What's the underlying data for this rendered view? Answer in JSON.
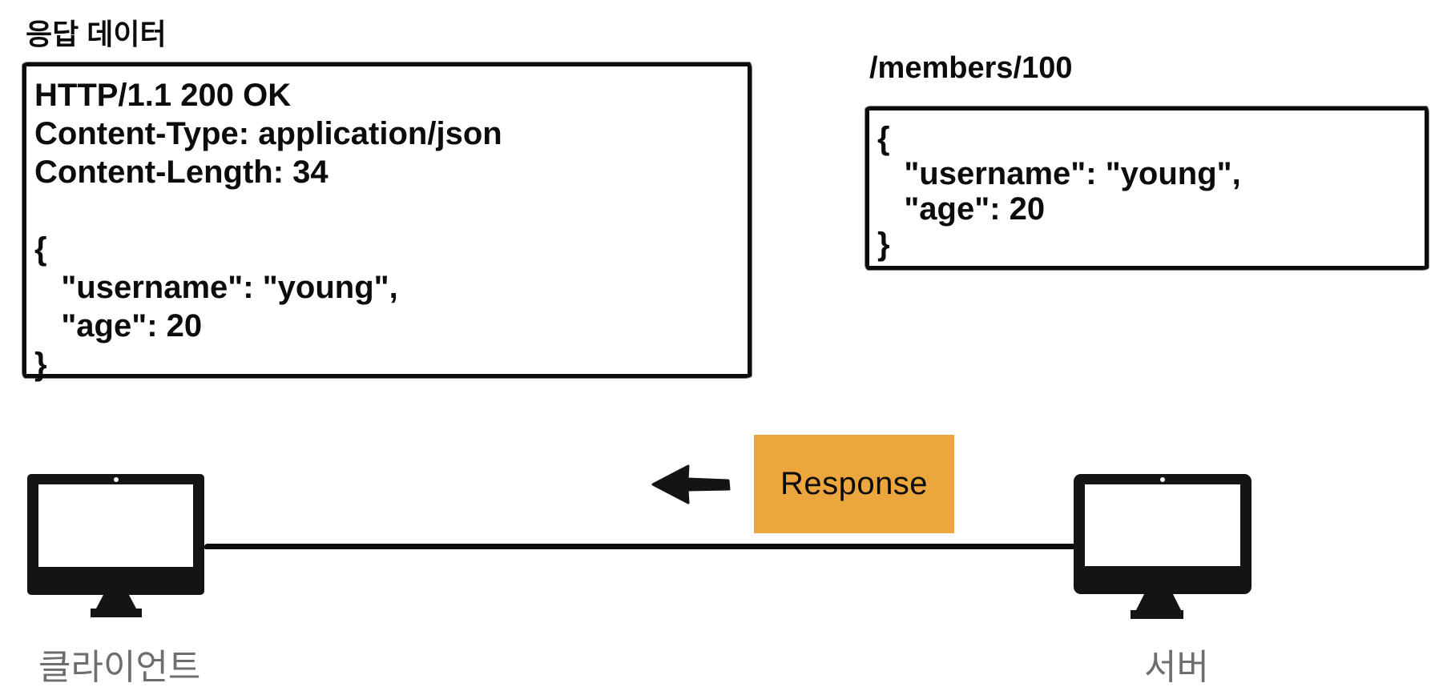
{
  "colors": {
    "accent_orange": "#eca63e",
    "label_gray": "#6e6e6e",
    "ink": "#0c0c0c"
  },
  "response_panel": {
    "title": "응답 데이터",
    "code_lines": [
      "HTTP/1.1 200 OK",
      "Content-Type: application/json",
      "Content-Length: 34",
      "",
      "{",
      "   \"username\": \"young\",",
      "   \"age\": 20",
      "}"
    ]
  },
  "resource_panel": {
    "title": "/members/100",
    "code_lines": [
      "{",
      "   \"username\": \"young\",",
      "   \"age\": 20",
      "}"
    ]
  },
  "transfer": {
    "label": "Response",
    "direction": "left"
  },
  "client": {
    "label": "클라이언트"
  },
  "server": {
    "label": "서버"
  }
}
